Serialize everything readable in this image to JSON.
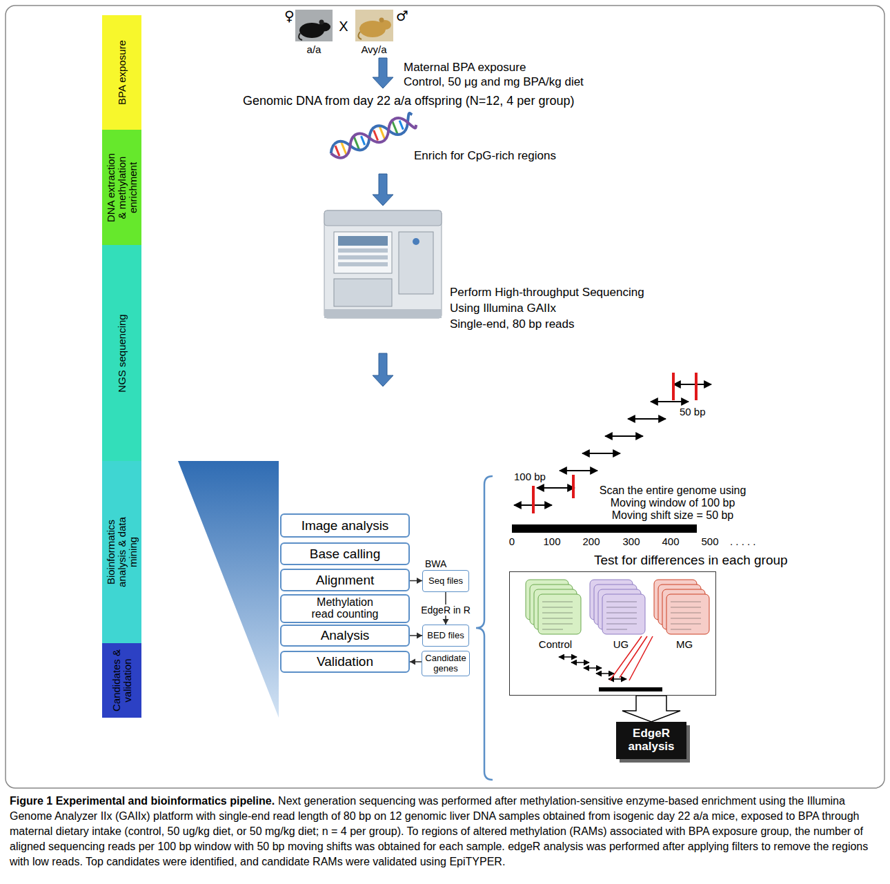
{
  "diagram": {
    "title": "Figure 1 Experimental and bioinformatics pipeline.",
    "caption": "Next generation sequencing was performed after methylation-sensitive enzyme-based enrichment using the Illumina Genome Analyzer IIx (GAIIx) platform with single-end read length of 80 bp on 12 genomic liver DNA samples obtained from isogenic day 22 a/a mice, exposed to BPA through maternal dietary intake (control, 50 ug/kg diet, or 50 mg/kg diet; n = 4 per group). To regions of altered methylation (RAMs) associated with BPA exposure group, the number of aligned sequencing reads per 100 bp window with 50 bp moving shifts was obtained for each sample. edgeR analysis was performed after applying filters to remove the regions with low reads. Top candidates were identified, and candidate RAMs were validated using EpiTYPER.",
    "nodes": [
      {
        "text": [
          "BPA exposure"
        ]
      },
      {
        "text": [
          "DNA extraction & methylation enrichment"
        ]
      },
      {
        "text": [
          "NGS sequencing"
        ]
      },
      {
        "text": [
          "Bioinformatics analysis & data mining"
        ]
      },
      {
        "text": [
          "Candidates & validation"
        ]
      },
      {
        "text": [
          "Image analysis"
        ]
      },
      {
        "text": [
          "Base calling"
        ]
      },
      {
        "text": [
          "Alignment"
        ]
      },
      {
        "text": [
          "Methylation read counting"
        ]
      },
      {
        "text": [
          "Analysis"
        ]
      },
      {
        "text": [
          "Validation"
        ]
      },
      {
        "text": [
          "Seq files"
        ]
      },
      {
        "text": [
          "BED files"
        ]
      },
      {
        "text": [
          "Candidate genes"
        ]
      },
      {
        "text": [
          "Test for differences in each group"
        ]
      },
      {
        "text": [
          "EdgeR analysis"
        ]
      }
    ],
    "edges": [
      {
        "from": 7,
        "to": 11,
        "label": "BWA",
        "arrow": "to"
      },
      {
        "from": 11,
        "to": 12,
        "label": "EdgeR in R",
        "arrow": "to"
      },
      {
        "from": 9,
        "to": 12,
        "arrow": "to"
      },
      {
        "from": 13,
        "to": 10,
        "arrow": "to"
      },
      {
        "from": 14,
        "to": 15,
        "arrow": "to"
      }
    ],
    "labels": [
      "♀",
      "a/a",
      "X",
      "Avy/a",
      "♂",
      "Maternal BPA exposure",
      "Control, 50 μg and mg BPA/kg diet",
      "Genomic DNA from day 22 a/a offspring (N=12, 4 per group)",
      "Enrich for CpG-rich regions",
      "Perform High-throughput Sequencing",
      "Using Illumina GAIIx",
      "Single-end, 80 bp reads",
      "50 bp",
      "100 bp",
      "Scan the entire genome using",
      "Moving window of 100 bp",
      "Moving shift size = 50 bp",
      "0",
      "100",
      "200",
      "300",
      "400",
      "500",
      ". . . . .",
      "Control",
      "UG",
      "MG"
    ]
  }
}
